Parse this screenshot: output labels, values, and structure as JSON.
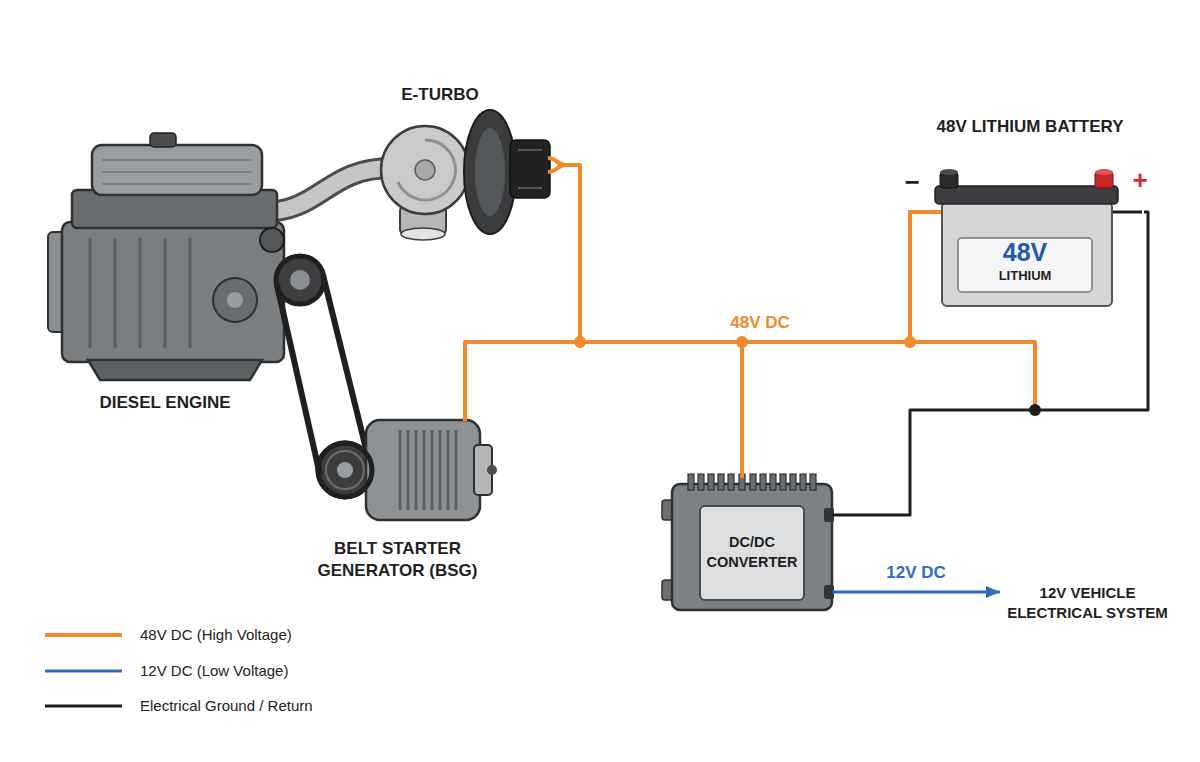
{
  "diagram": {
    "nodes": [
      {
        "text": [
          "E-TURBO"
        ]
      },
      {
        "text": [
          "48V LITHIUM BATTERY",
          "48V",
          "LITHIUM"
        ]
      },
      {
        "text": [
          "DIESEL ENGINE"
        ]
      },
      {
        "text": [
          "BELT STARTER GENERATOR (BSG)"
        ]
      },
      {
        "text": [
          "DC/DC CONVERTER"
        ]
      },
      {
        "text": [
          "12V VEHICLE ELECTRICAL SYSTEM"
        ]
      }
    ],
    "edges": [
      {
        "from": 0,
        "to": 1,
        "arrow": "none"
      },
      {
        "from": 3,
        "to": 1,
        "arrow": "none"
      },
      {
        "from": 4,
        "to": 1,
        "arrow": "none"
      },
      {
        "from": 1,
        "to": 4,
        "arrow": "none"
      },
      {
        "from": 4,
        "to": 5,
        "label": "12V DC",
        "arrow": "to"
      }
    ],
    "labels": [
      "−",
      "+",
      "48V DC"
    ],
    "legend": [
      {
        "text": "48V DC (High Voltage)"
      },
      {
        "text": "12V DC (Low Voltage)"
      },
      {
        "text": "Electrical Ground / Return"
      }
    ]
  }
}
